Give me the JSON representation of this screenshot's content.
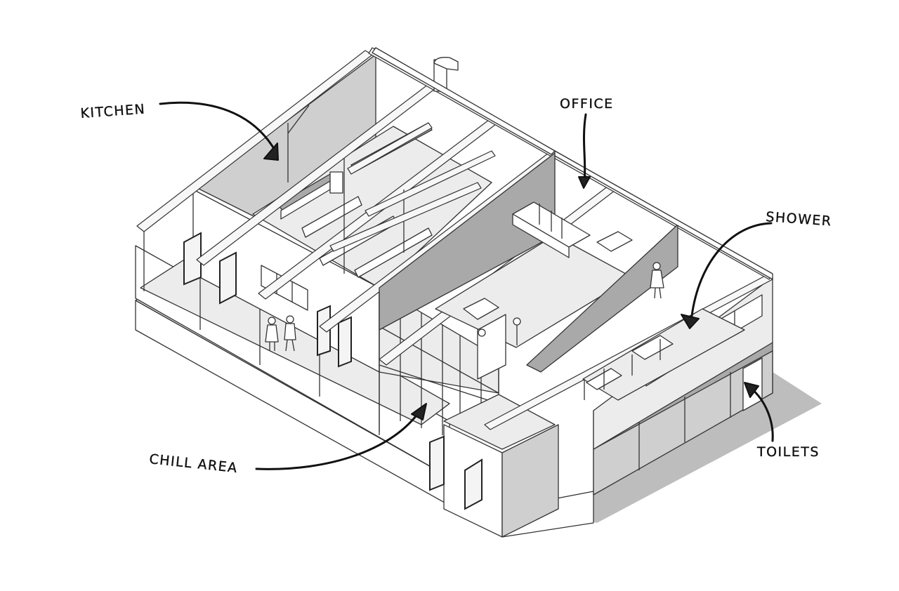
{
  "labels": {
    "kitchen": "KITCHEN",
    "office": "OFFICE",
    "shower": "SHOWER",
    "chill_area": "CHILL AREA",
    "toilets": "TOILETS"
  }
}
